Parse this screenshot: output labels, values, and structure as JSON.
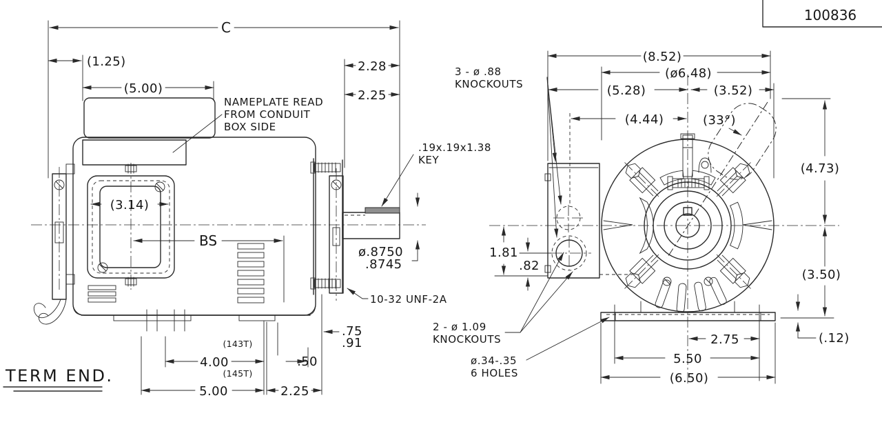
{
  "title_block": {
    "part_number": "100836"
  },
  "side_view": {
    "caption": "TERM END.",
    "notes": {
      "nameplate_1": "NAMEPLATE READ",
      "nameplate_2": "FROM CONDUIT",
      "nameplate_3": "BOX SIDE",
      "key_1": ".19x.19x1.38",
      "key_2": "KEY",
      "thread": "10-32 UNF-2A",
      "shaft_dia_max": "ø.8750",
      "shaft_dia_min": ".8745"
    },
    "dims": {
      "overall": "C",
      "d1_25": "(1.25)",
      "d5_00_top": "(5.00)",
      "d2_28": "2.28",
      "d2_25_top": "2.25",
      "d3_14": "(3.14)",
      "bs": "BS",
      "d_75": ".75",
      "d_91": ".91",
      "frame143": "(143T)",
      "d4_00": "4.00",
      "d_50": ".50",
      "frame145": "(145T)",
      "d5_00_bot": "5.00",
      "d2_25_bot": "2.25"
    }
  },
  "end_view": {
    "notes": {
      "ko88_1": "3 - ø .88",
      "ko88_2": "KNOCKOUTS",
      "ko109_1": "2 - ø 1.09",
      "ko109_2": "KNOCKOUTS",
      "holes_1": "ø.34-.35",
      "holes_2": "6 HOLES"
    },
    "dims": {
      "d8_52": "(8.52)",
      "d6_48": "(ø6.48)",
      "d5_28": "(5.28)",
      "d3_52": "(3.52)",
      "d4_44": "(4.44)",
      "d33": "(33°)",
      "d4_73": "(4.73)",
      "d1_81": "1.81",
      "d_82": ".82",
      "d3_50": "(3.50)",
      "d_12": "(.12)",
      "d2_75": "2.75",
      "d5_50": "5.50",
      "d6_50": "(6.50)"
    }
  },
  "colors": {
    "line": "#2a2a2a",
    "background": "#ffffff"
  }
}
